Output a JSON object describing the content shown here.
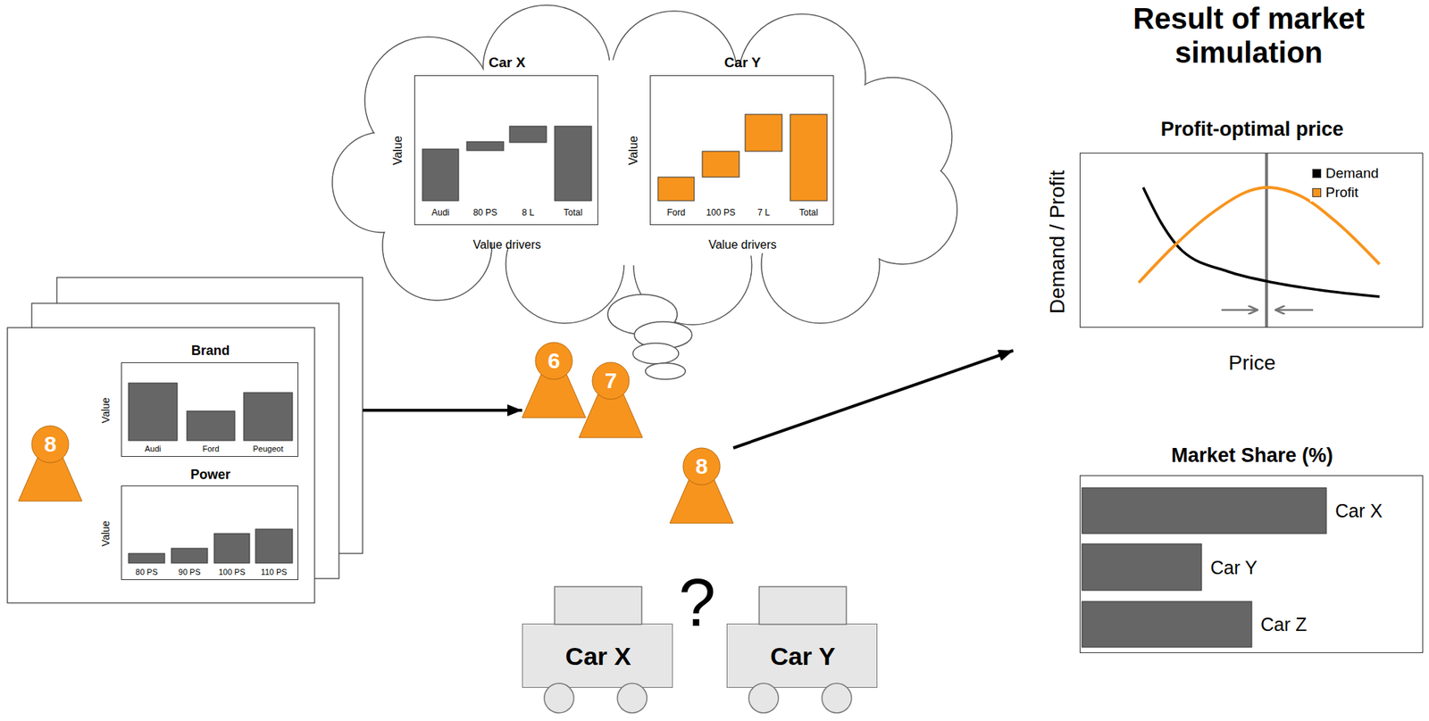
{
  "diagram": {
    "nodes": [
      {
        "text": [
          "8"
        ]
      },
      {
        "text": [
          "Brand",
          "Value",
          "Audi",
          "Ford",
          "Peugeot"
        ],
        "in": 0
      },
      {
        "text": [
          "Power",
          "Value",
          "80 PS",
          "90 PS",
          "100 PS",
          "110 PS"
        ],
        "in": 0
      },
      {
        "text": [
          "Car X",
          "Value",
          "Audi",
          "80 PS",
          "8 L",
          "Total",
          "Value drivers"
        ]
      },
      {
        "text": [
          "Car Y",
          "Value",
          "Ford",
          "100 PS",
          "7 L",
          "Total",
          "Value drivers"
        ]
      },
      {
        "text": [
          "6"
        ]
      },
      {
        "text": [
          "7"
        ]
      },
      {
        "text": [
          "8"
        ]
      },
      {
        "text": [
          "Car X"
        ]
      },
      {
        "text": [
          "Car Y"
        ]
      },
      {
        "text": [
          "Result of market simulation"
        ]
      },
      {
        "text": [
          "Profit-optimal price",
          "Demand / Profit",
          "Price"
        ],
        "in": 10
      },
      {
        "text": [
          "Market Share (%)",
          "Car X",
          "Car Y",
          "Car Z"
        ],
        "in": 10
      }
    ],
    "edges": [
      {
        "from": 0,
        "to": 5,
        "arrow": "to"
      },
      {
        "from": 7,
        "to": 10,
        "arrow": "to"
      }
    ],
    "labels": [
      "?"
    ],
    "legend": [
      {
        "text": "Demand",
        "color": "#000000"
      },
      {
        "text": "Profit",
        "color": "#f7941d"
      }
    ]
  }
}
